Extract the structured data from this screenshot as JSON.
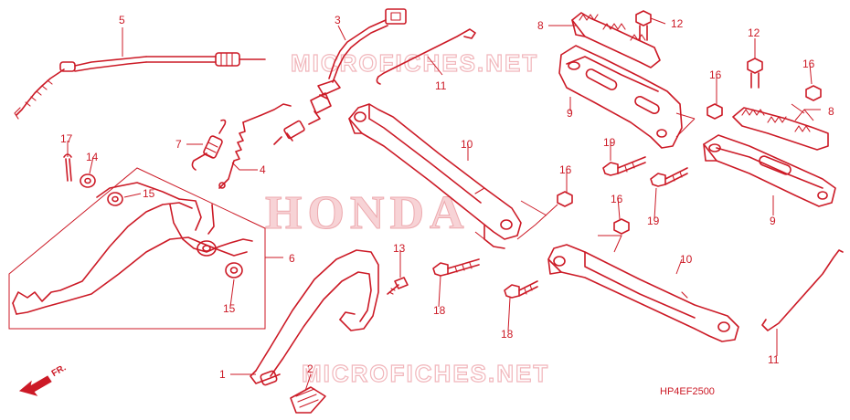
{
  "watermarks": {
    "site": "MICROFICHES.NET",
    "brand": "HONDA"
  },
  "diagram_code": "HP4EF2500",
  "direction_label": "FR.",
  "callouts": {
    "c1": "1",
    "c2": "2",
    "c3": "3",
    "c4": "4",
    "c5": "5",
    "c6": "6",
    "c7": "7",
    "c8a": "8",
    "c8b": "8",
    "c9a": "9",
    "c9b": "9",
    "c10a": "10",
    "c10b": "10",
    "c11a": "11",
    "c11b": "11",
    "c12a": "12",
    "c12b": "12",
    "c13": "13",
    "c14": "14",
    "c15a": "15",
    "c15b": "15",
    "c16a": "16",
    "c16b": "16",
    "c16c": "16",
    "c16d": "16",
    "c17": "17",
    "c18a": "18",
    "c18b": "18",
    "c19a": "19",
    "c19b": "19"
  },
  "colors": {
    "line": "#cc1a26",
    "watermark": "#f1b6bb",
    "background": "#ffffff"
  }
}
